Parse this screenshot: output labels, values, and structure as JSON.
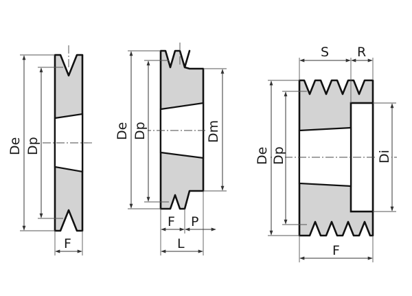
{
  "labels": {
    "single": {
      "de": "De",
      "dp": "Dp",
      "f": "F"
    },
    "hub": {
      "de": "De",
      "dp": "Dp",
      "dm": "Dm",
      "f": "F",
      "p": "P",
      "l": "L"
    },
    "multi": {
      "de": "De",
      "dp": "Dp",
      "di": "Di",
      "s": "S",
      "r": "R",
      "f": "F"
    }
  }
}
